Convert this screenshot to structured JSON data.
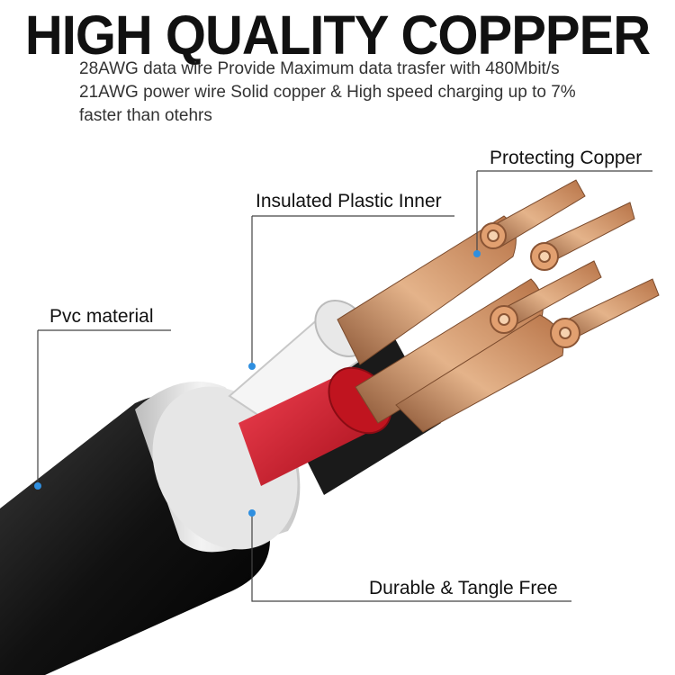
{
  "header": {
    "title": "HIGH QUALITY COPPPER",
    "lines": [
      "28AWG data wire  Provide Maximum data trasfer with 480Mbit/s",
      "21AWG power wire  Solid copper & High speed charging up to 7%",
      "faster than otehrs"
    ]
  },
  "callouts": {
    "protecting_copper": "Protecting Copper",
    "insulated_inner": "Insulated Plastic Inner",
    "pvc_material": "Pvc material",
    "durable": "Durable & Tangle Free"
  },
  "colors": {
    "accent_dot": "#2f8fe0",
    "jacket": "#111111",
    "shield": "#d9d9d9",
    "red_wire": "#d81e2a",
    "white_wire": "#f2f2f2",
    "copper": "#c98a5a"
  }
}
